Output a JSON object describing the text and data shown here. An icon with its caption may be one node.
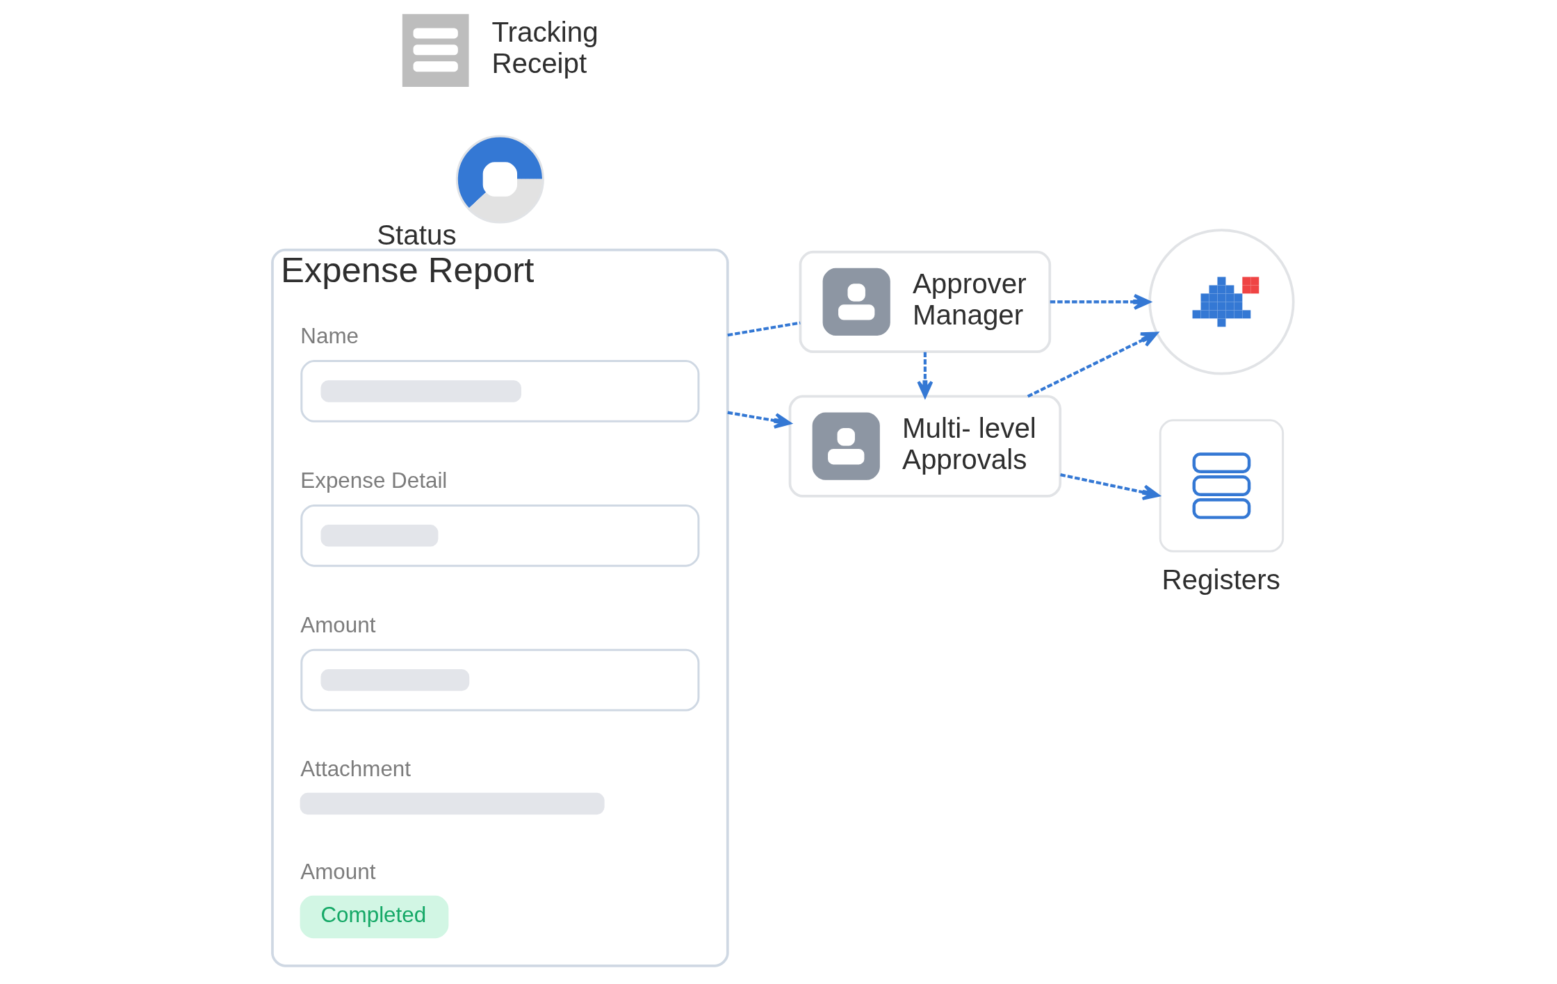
{
  "diagram": {
    "nodes": [
      {
        "text": [
          "Expense Report"
        ]
      },
      {
        "text": [
          "Name"
        ],
        "in": 0
      },
      {
        "text": [
          "Expense Detail"
        ],
        "in": 0
      },
      {
        "text": [
          "Amount"
        ],
        "in": 0
      },
      {
        "text": [
          "Attachment"
        ],
        "in": 0
      },
      {
        "text": [
          "Amount",
          "Completed"
        ],
        "in": 0
      },
      {
        "text": [],
        "shape": "circle",
        "beside": [
          "Status"
        ]
      },
      {
        "text": [
          "Approver Manager"
        ]
      },
      {
        "text": [
          "Multi- level Approvals"
        ]
      },
      {
        "text": [],
        "shape": "circle"
      },
      {
        "text": [
          "Registers"
        ]
      }
    ],
    "edges": [
      {
        "from": 0,
        "to": 7,
        "arrow": "none",
        "style": "dashed"
      },
      {
        "from": 0,
        "to": 8,
        "arrow": "to",
        "style": "dashed"
      },
      {
        "from": 7,
        "to": 8,
        "arrow": "to",
        "style": "dashed"
      },
      {
        "from": 7,
        "to": 9,
        "arrow": "to",
        "style": "dashed"
      },
      {
        "from": 8,
        "to": 9,
        "arrow": "to",
        "style": "dashed"
      },
      {
        "from": 8,
        "to": 10,
        "arrow": "to",
        "style": "dashed"
      }
    ],
    "labels": [
      "Tracking Receipt"
    ]
  }
}
